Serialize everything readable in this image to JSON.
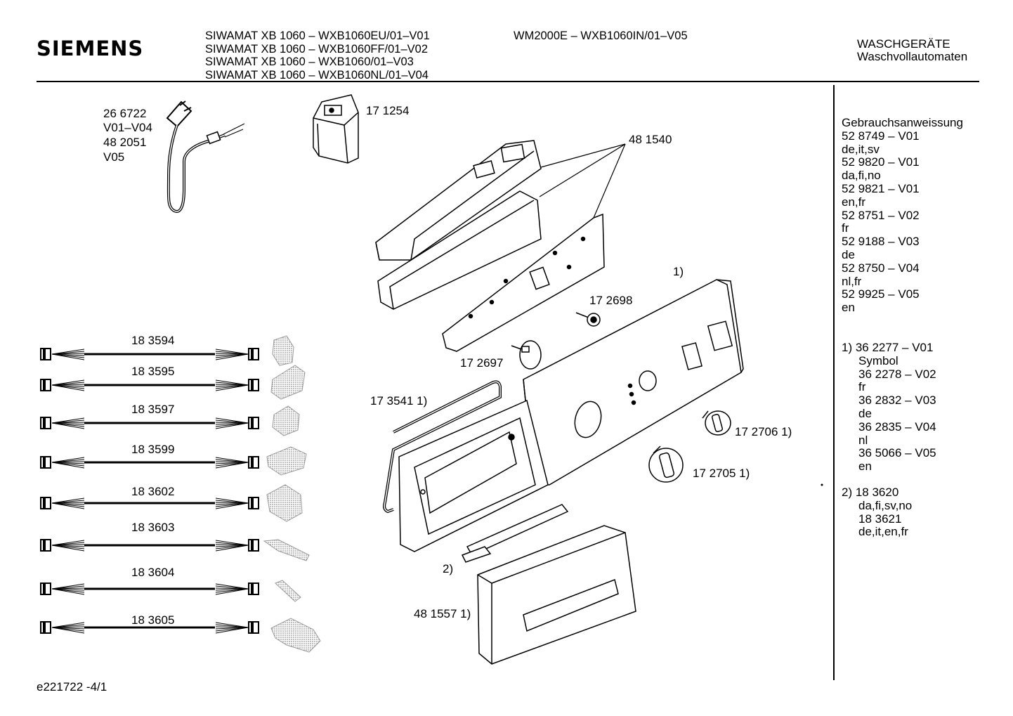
{
  "header": {
    "brand": "SIEMENS",
    "models": [
      "SIWAMAT XB 1060 –  WXB1060EU/01–V01",
      "SIWAMAT XB 1060 –  WXB1060FF/01–V02",
      "SIWAMAT XB 1060 –  WXB1060/01–V03",
      "SIWAMAT XB 1060 –  WXB1060NL/01–V04"
    ],
    "model_extra": "WM2000E – WXB1060IN/01–V05",
    "category_line1": "WASCHGERÄTE",
    "category_line2": "Waschvollautomaten"
  },
  "parts": {
    "cable_num1": "26 6722",
    "cable_ver1": "V01–V04",
    "cable_num2": "48 2051",
    "cable_ver2": "V05",
    "filter": "17 1254",
    "module": "48 1540",
    "note1": "1)",
    "knob_small": "17 2698",
    "knob_cap": "17 2697",
    "gasket": "17 3541 1)",
    "knob_a": "17 2706 1)",
    "knob_b": "17 2705 1)",
    "note2": "2)",
    "handle": "48 1557 1)"
  },
  "harnesses": [
    "18 3594",
    "18 3595",
    "18 3597",
    "18 3599",
    "18 3602",
    "18 3603",
    "18 3604",
    "18 3605"
  ],
  "sidebar": {
    "manual_title": "Gebrauchsanweissung",
    "manual_lines": [
      "52 8749 – V01",
      "de,it,sv",
      "52 9820 – V01",
      "da,fi,no",
      "52 9821 – V01",
      "en,fr",
      "52 8751 – V02",
      "fr",
      "52 9188 – V03",
      "de",
      "52 8750 – V04",
      "nl,fr",
      "52 9925 – V05",
      "en"
    ],
    "note1_head": "1) 36 2277 – V01",
    "note1_lines": [
      "Symbol",
      "36 2278 – V02",
      "fr",
      "36 2832 – V03",
      "de",
      "36 2835 – V04",
      "nl",
      "36 5066 – V05",
      "en"
    ],
    "note2_head": "2) 18 3620",
    "note2_lines": [
      "da,fi,sv,no",
      "18 3621",
      "de,it,en,fr"
    ]
  },
  "footer": {
    "code": "e221722   -4/1"
  }
}
